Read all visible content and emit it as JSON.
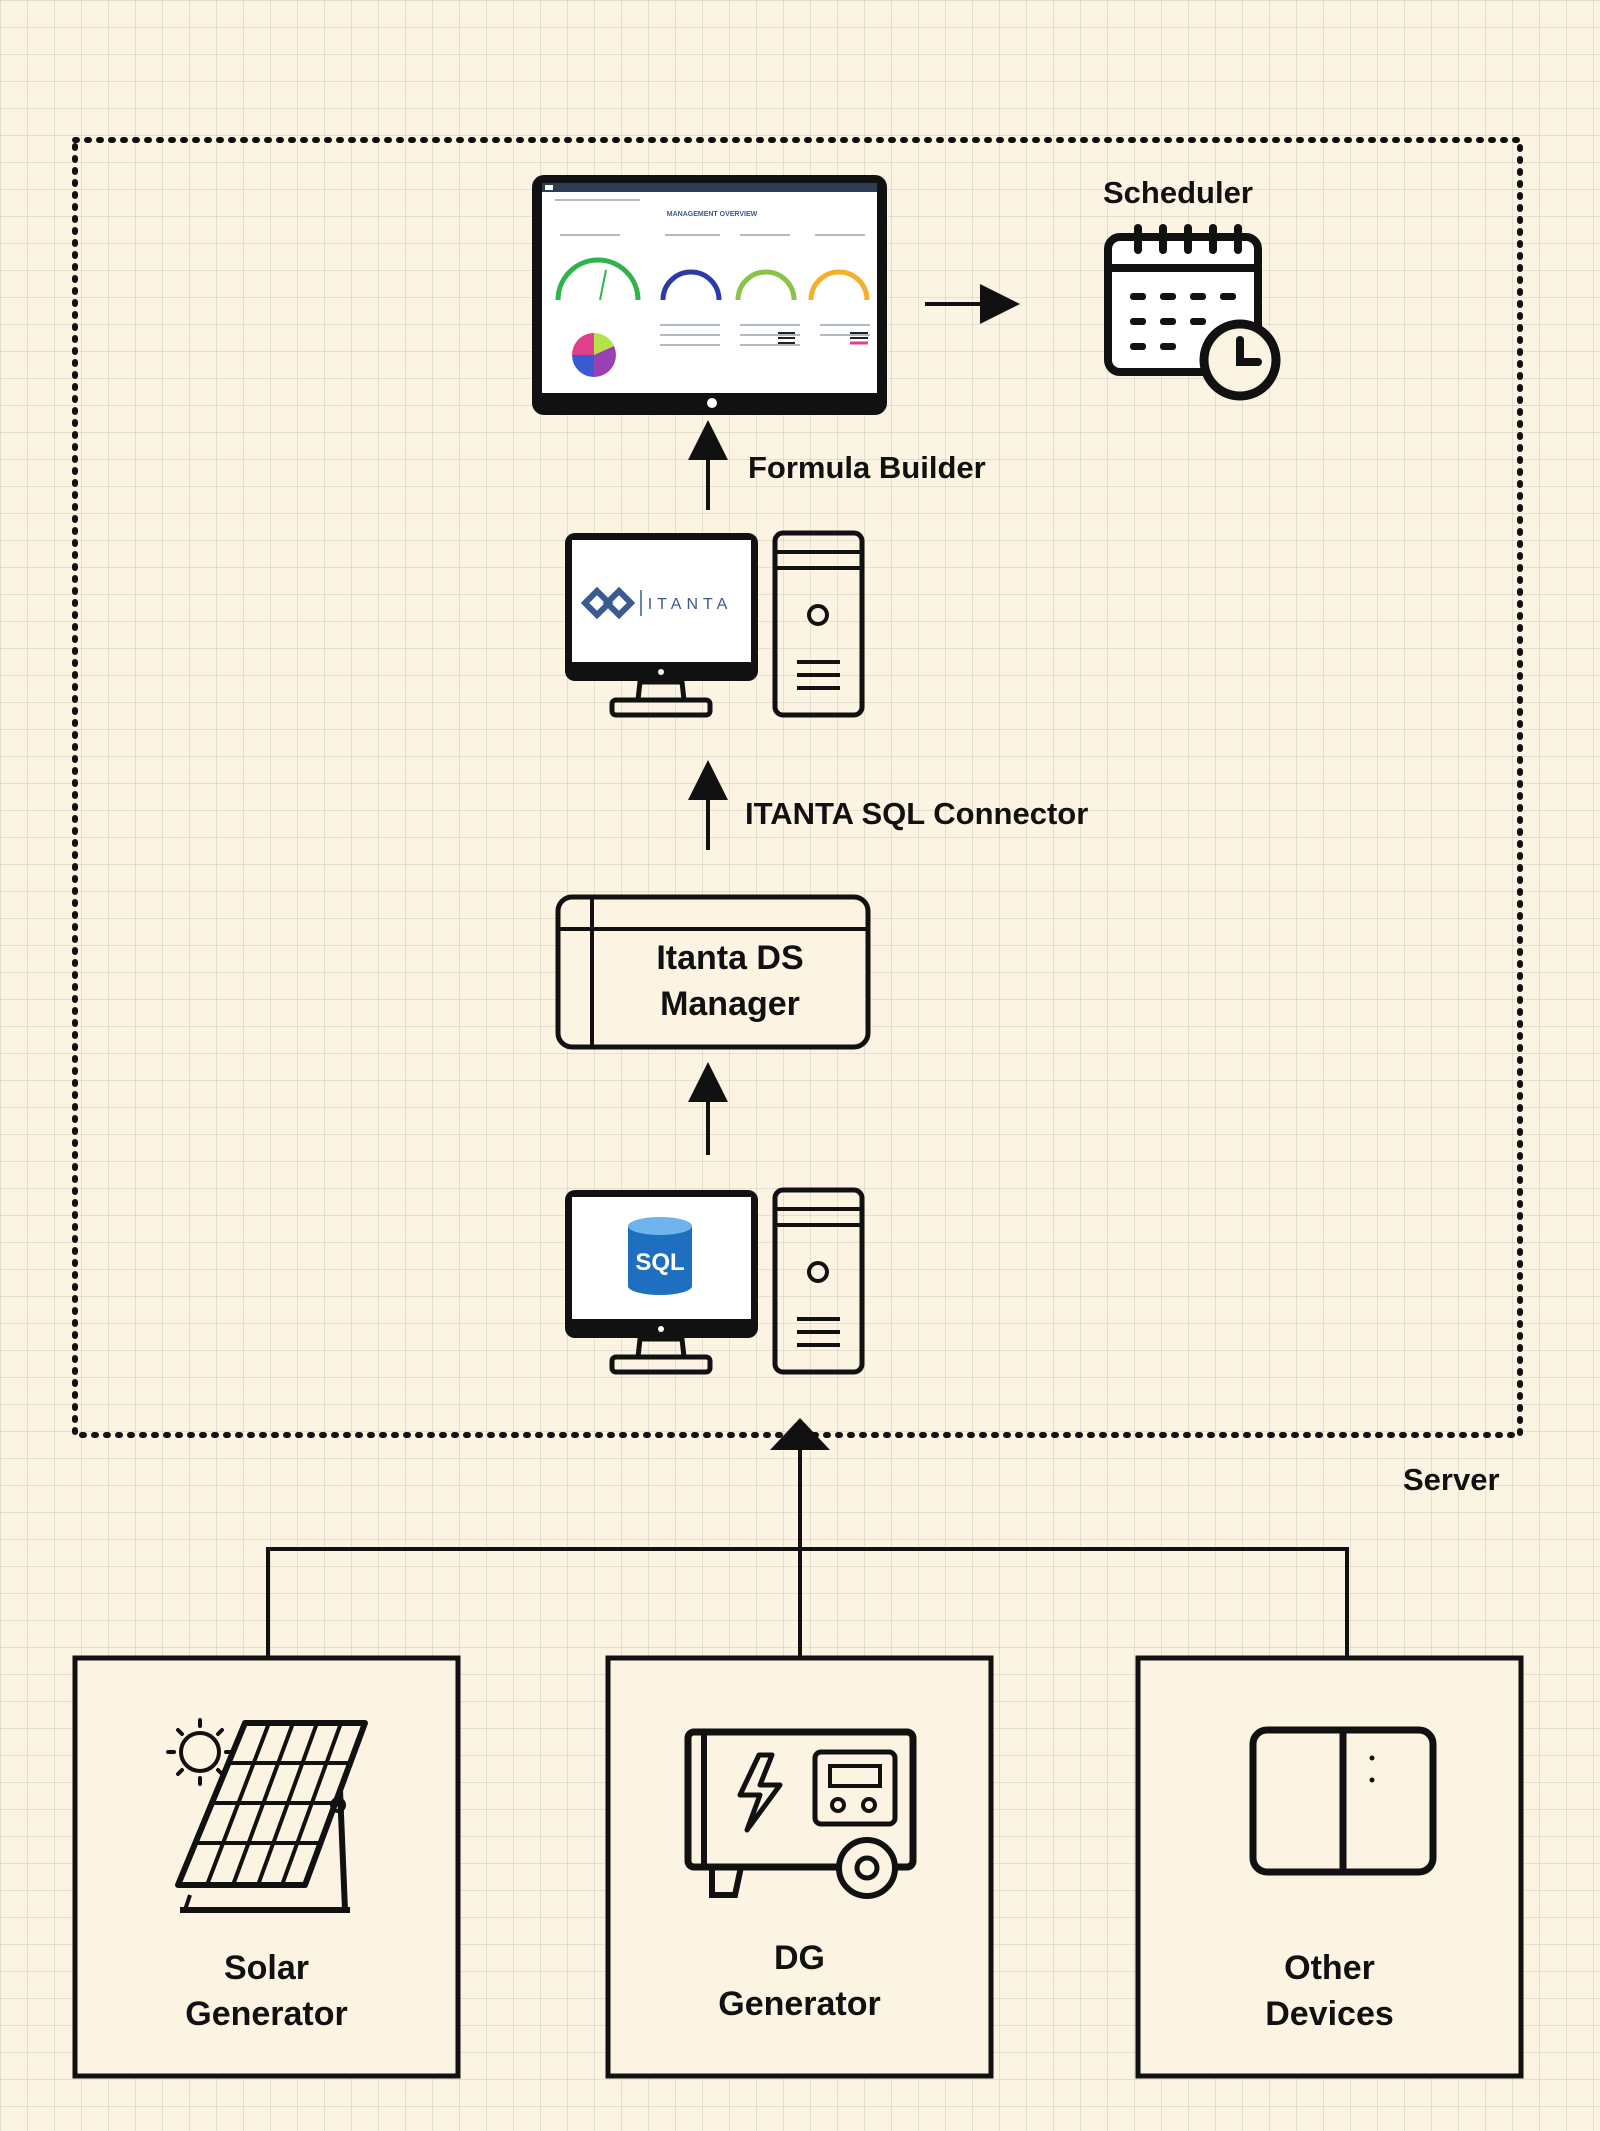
{
  "labels": {
    "scheduler": "Scheduler",
    "formula_builder": "Formula Builder",
    "sql_connector": "ITANTA SQL Connector",
    "server": "Server",
    "ds_manager": [
      "Itanta DS",
      "Manager"
    ],
    "solar": [
      "Solar",
      "Generator"
    ],
    "dg": [
      "DG",
      "Generator"
    ],
    "other": [
      "Other",
      "Devices"
    ],
    "itanta_logo": "ITANTA",
    "sql_icon": "SQL",
    "dashboard_title": "MANAGEMENT OVERVIEW"
  },
  "colors": {
    "background": "#fbf4e3",
    "stroke": "#111111",
    "itanta_brand": "#3a5a92",
    "sql_blue": "#1f6fc0"
  }
}
